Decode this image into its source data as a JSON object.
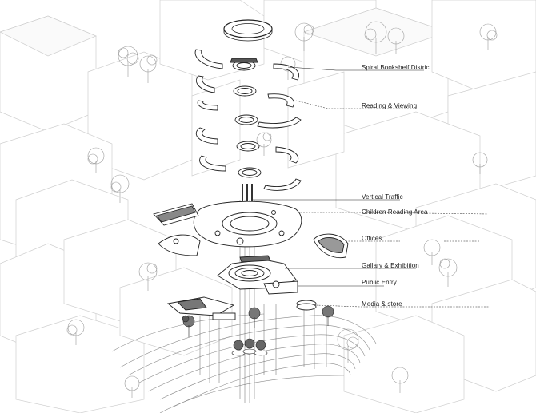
{
  "diagram": {
    "labels": [
      {
        "id": "spiral",
        "text": "Spiral Bookshelf District"
      },
      {
        "id": "reading",
        "text": "Reading & Viewing"
      },
      {
        "id": "traffic",
        "text": "Vertical Traffic"
      },
      {
        "id": "children",
        "text": "Children Reading Area"
      },
      {
        "id": "offices",
        "text": "Offices"
      },
      {
        "id": "gallary",
        "text": "Gallary & Exhibition"
      },
      {
        "id": "entry",
        "text": "Public Entry"
      },
      {
        "id": "media",
        "text": "Media & store"
      }
    ]
  }
}
